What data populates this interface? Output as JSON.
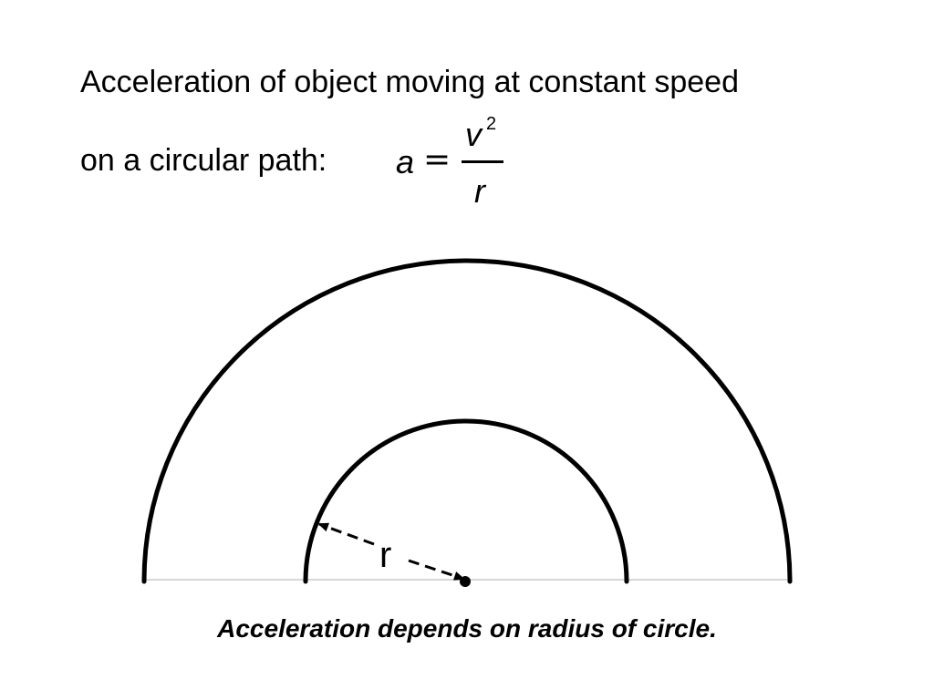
{
  "heading": {
    "line1": "Acceleration of object moving at constant speed",
    "line2": "on a circular path:"
  },
  "formula": {
    "lhs": "a",
    "equals": "=",
    "numerator": "v",
    "exponent": "2",
    "denominator": "r"
  },
  "diagram": {
    "radius_label": "r"
  },
  "caption": "Acceleration depends on radius of circle."
}
